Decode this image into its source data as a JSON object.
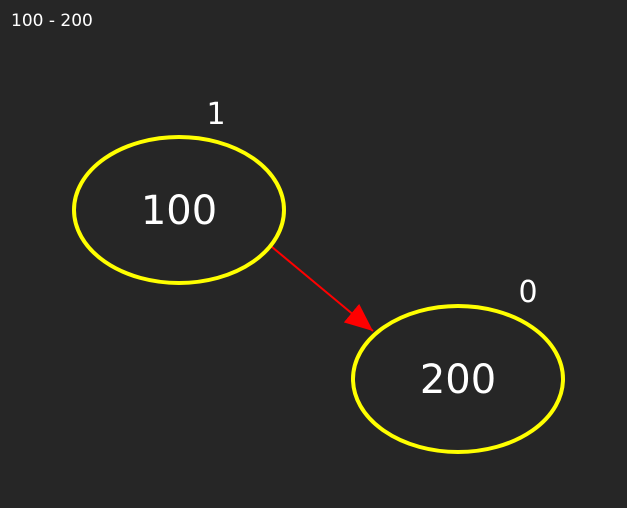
{
  "caption": "100 - 200",
  "colors": {
    "background": "#262626",
    "node_stroke": "#ffff00",
    "edge": "#ff0000",
    "text": "#ffffff"
  },
  "nodes": [
    {
      "id": "100",
      "label": "100",
      "count": "1"
    },
    {
      "id": "200",
      "label": "200",
      "count": "0"
    }
  ],
  "edges": [
    {
      "from": "100",
      "to": "200"
    }
  ]
}
